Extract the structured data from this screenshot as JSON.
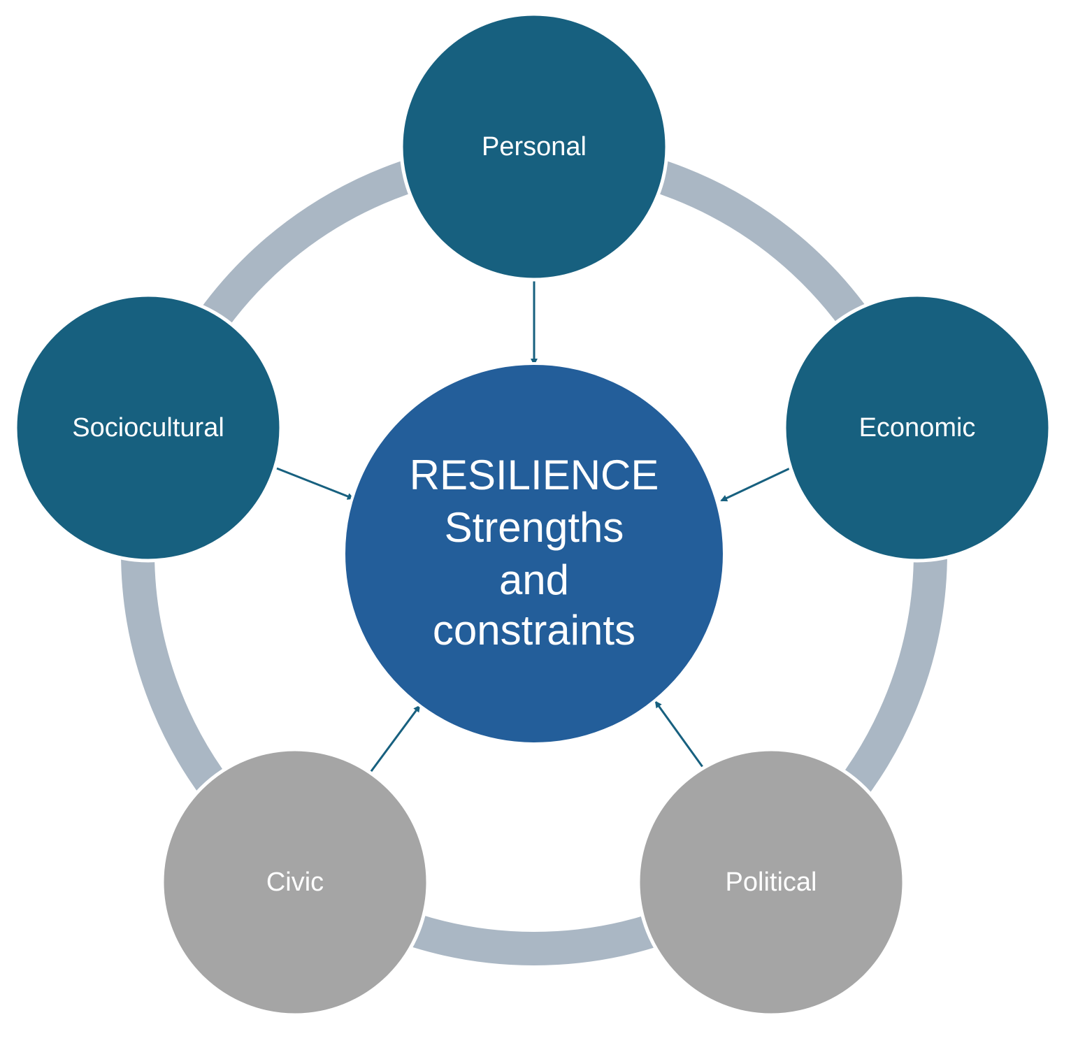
{
  "diagram": {
    "center": {
      "line1": "RESILIENCE",
      "line2": "Strengths",
      "line3": "and",
      "line4": "constraints"
    },
    "nodes": {
      "personal": "Personal",
      "economic": "Economic",
      "political": "Political",
      "civic": "Civic",
      "sociocultural": "Sociocultural"
    },
    "colors": {
      "center_fill": "#235e9a",
      "node_teal": "#17607f",
      "node_gray": "#a5a5a5",
      "ring": "#aab7c4",
      "arrow": "#17607f"
    }
  }
}
